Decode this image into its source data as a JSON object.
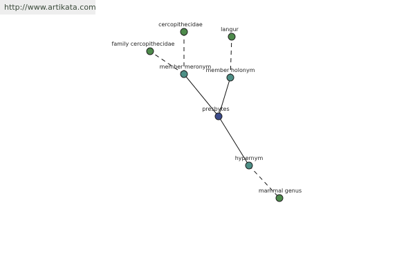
{
  "source_link": {
    "text": "http://www.artikata.com"
  },
  "colors": {
    "banner_background": "#eeeeee",
    "center_node": "#3b4b8a",
    "relation_node": "#4d8f86",
    "leaf_node": "#4d8a4b",
    "edge": "#111111"
  },
  "graph": {
    "center": {
      "label": "presbytes"
    },
    "relations": [
      {
        "label": "member meronym",
        "targets": [
          {
            "label": "cercopithecidae"
          },
          {
            "label": "family cercopithecidae"
          }
        ]
      },
      {
        "label": "member holonym",
        "targets": [
          {
            "label": "langur"
          }
        ]
      },
      {
        "label": "hypernym",
        "targets": [
          {
            "label": "mammal genus"
          }
        ]
      }
    ]
  }
}
